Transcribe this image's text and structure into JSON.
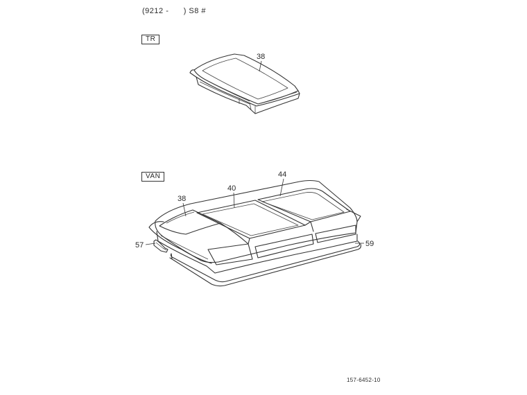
{
  "header": {
    "note": "(9212 -      ) S8 #"
  },
  "variants": {
    "tr": "TR",
    "van": "VAN"
  },
  "callouts": {
    "tr_38": "38",
    "van_38": "38",
    "van_40": "40",
    "van_44": "44",
    "van_57": "57",
    "van_59": "59"
  },
  "footer": {
    "doc_number": "157-6452-10"
  }
}
